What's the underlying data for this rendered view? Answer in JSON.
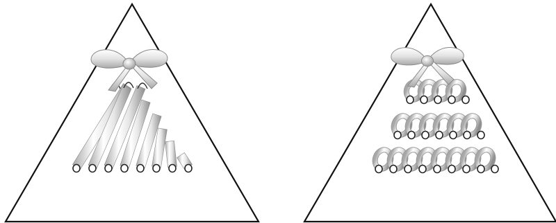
{
  "figures": [
    {
      "name": "left-ornament",
      "lacing": "diagonal"
    },
    {
      "name": "right-ornament",
      "lacing": "rows"
    }
  ],
  "colors": {
    "outline": "#111111",
    "ribbon_light": "#ffffff",
    "ribbon_mid": "#d9d9d9",
    "ribbon_dark": "#9a9a9a",
    "hole": "#222222",
    "background": "#ffffff"
  }
}
